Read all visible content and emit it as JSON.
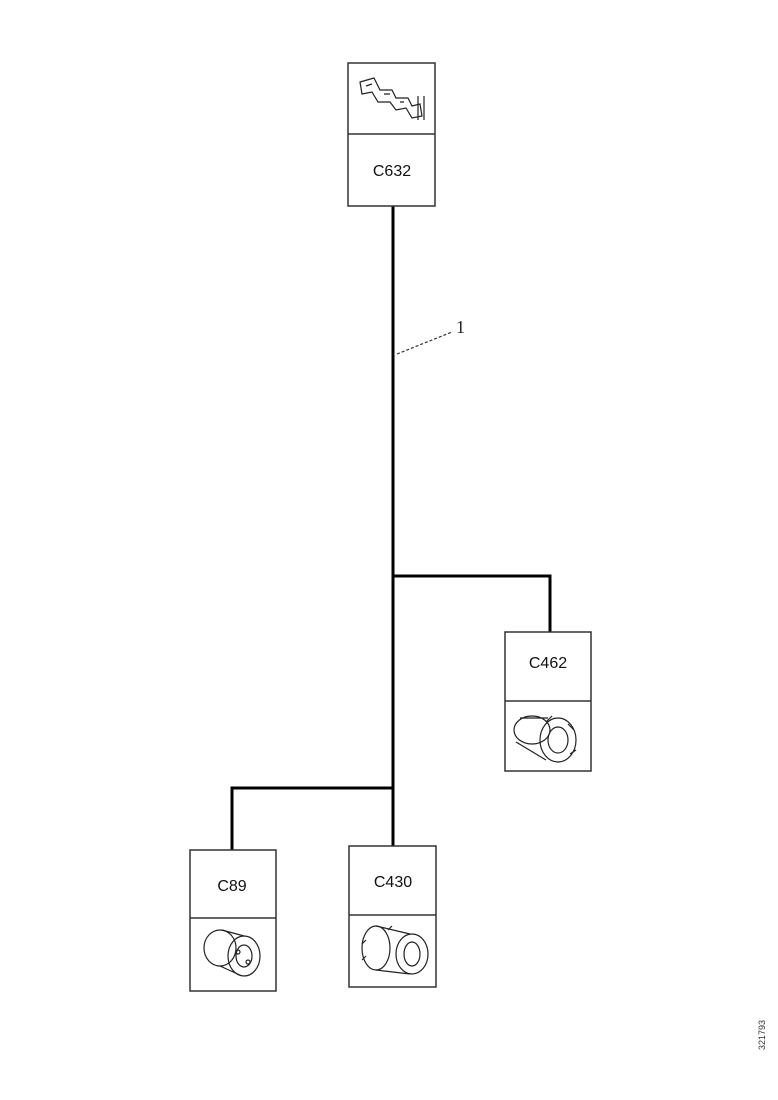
{
  "connectors": [
    {
      "id": "c632",
      "label": "C632",
      "icon": "terminal-connector-icon"
    },
    {
      "id": "c462",
      "label": "C462",
      "icon": "round-connector-icon"
    },
    {
      "id": "c89",
      "label": "C89",
      "icon": "round-connector-icon"
    },
    {
      "id": "c430",
      "label": "C430",
      "icon": "round-connector-icon"
    }
  ],
  "callout": {
    "number": "1"
  },
  "reference_id": "321793"
}
